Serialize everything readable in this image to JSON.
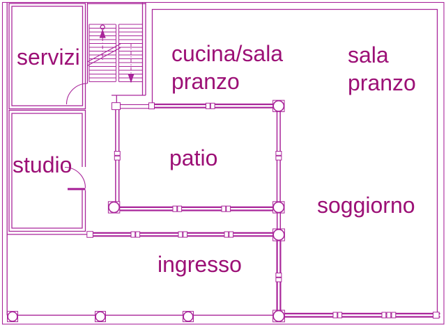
{
  "drawing_type": "floor-plan",
  "colors": {
    "wall": "#A9259A",
    "text": "#9C1076",
    "background": "#FFFFFF"
  },
  "rooms": [
    {
      "id": "servizi",
      "label": "servizi"
    },
    {
      "id": "studio",
      "label": "studio"
    },
    {
      "id": "cucina-sala-pranzo",
      "label": "cucina/sala\npranzo"
    },
    {
      "id": "sala-pranzo",
      "label": "sala\npranzo"
    },
    {
      "id": "patio",
      "label": "patio"
    },
    {
      "id": "soggiorno",
      "label": "soggiorno"
    },
    {
      "id": "ingresso",
      "label": "ingresso"
    }
  ],
  "icons": {
    "stair_up_arrow": "filled triangle pointing up with start circle",
    "stair_down_arrow": "filled triangle pointing down",
    "round_column": "circle inside square",
    "window_mullion": "paired small squares on glazed wall",
    "door_swing": "quarter-circle arc"
  }
}
